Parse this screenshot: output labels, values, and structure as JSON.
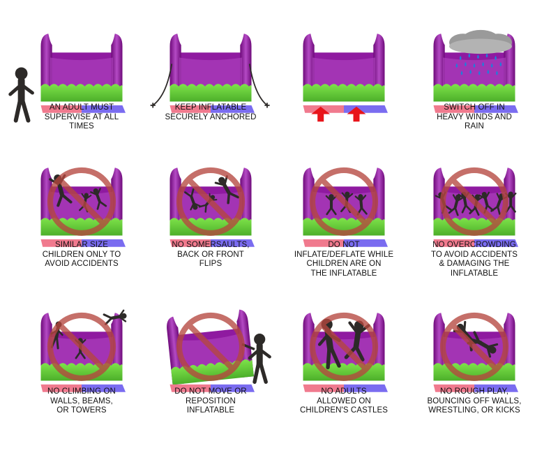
{
  "colors": {
    "purple_dark": "#6e0a7a",
    "purple": "#8f1aa0",
    "purple_light": "#b44ac4",
    "green": "#7ee34a",
    "green_dark": "#4caf2a",
    "mat_pink": "#f07a8e",
    "mat_blue": "#7a6cf0",
    "ban_red": "#b5473f",
    "arrow_red": "#e8141a",
    "cloud_gray": "#9a9a9a",
    "rain_blue": "#1f7fd9",
    "figure": "#2d2a28"
  },
  "rules": [
    {
      "caption": "AN ADULT MUST\nSUPERVISE AT ALL\nTIMES",
      "icon": "supervising-adult-icon",
      "banned": false
    },
    {
      "caption": "KEEP INFLATABLE\nSECURELY ANCHORED",
      "icon": "anchor-rope-icon",
      "banned": false
    },
    {
      "caption": "",
      "icon": "up-arrow-icon",
      "banned": false
    },
    {
      "caption": "SWITCH OFF IN\nHEAVY WINDS AND\nRAIN",
      "icon": "rain-cloud-icon",
      "banned": false
    },
    {
      "caption": "SIMILAR SIZE\nCHILDREN ONLY TO\nAVOID ACCIDENTS",
      "icon": "no-mixed-sizes-icon",
      "banned": true
    },
    {
      "caption": "NO SOMERSAULTS,\nBACK OR FRONT\nFLIPS",
      "icon": "no-flips-icon",
      "banned": true
    },
    {
      "caption": "DO NOT\nINFLATE/DEFLATE WHILE\nCHILDREN ARE ON\nTHE INFLATABLE",
      "icon": "no-inflate-with-children-icon",
      "banned": true
    },
    {
      "caption": "NO OVERCROWDING\nTO AVOID ACCIDENTS\n& DAMAGING THE\nINFLATABLE",
      "icon": "no-overcrowding-icon",
      "banned": true
    },
    {
      "caption": "NO CLIMBING ON\nWALLS, BEAMS,\nOR TOWERS",
      "icon": "no-climbing-icon",
      "banned": true
    },
    {
      "caption": "DO NOT MOVE OR\nREPOSITION\nINFLATABLE",
      "icon": "no-moving-icon",
      "banned": true
    },
    {
      "caption": "NO ADULTS\nALLOWED ON\nCHILDREN'S CASTLES",
      "icon": "no-adults-icon",
      "banned": true
    },
    {
      "caption": "NO ROUGH PLAY,\nBOUNCING OFF WALLS,\nWRESTLING, OR KICKS",
      "icon": "no-rough-play-icon",
      "banned": true
    }
  ]
}
